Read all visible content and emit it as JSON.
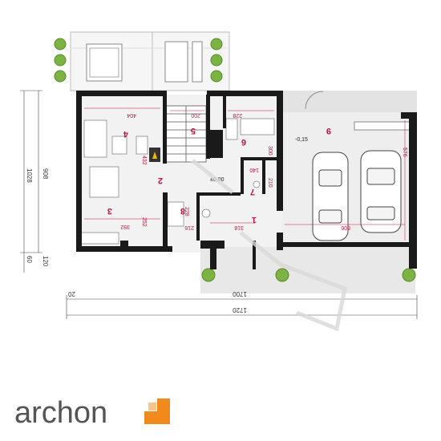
{
  "rooms": [
    {
      "id": "room-1",
      "number": "1"
    },
    {
      "id": "room-2",
      "number": "2"
    },
    {
      "id": "room-3",
      "number": "3"
    },
    {
      "id": "room-4",
      "number": "4"
    },
    {
      "id": "room-5",
      "number": "5"
    },
    {
      "id": "room-6",
      "number": "6"
    },
    {
      "id": "room-7",
      "number": "7"
    },
    {
      "id": "room-8",
      "number": "8"
    },
    {
      "id": "room-9",
      "number": "9"
    }
  ],
  "room_dims": {
    "living_width": "404",
    "kitchen_width": "392",
    "kitchen_depth": "252",
    "living_depth": "432",
    "stairs_width": "200",
    "office_width": "228",
    "office_depth": "300",
    "wc_width": "140",
    "wc_depth": "210",
    "bath_width": "216",
    "bath_depth": "228",
    "hall_width": "318",
    "garage_width": "606",
    "garage_depth": "576"
  },
  "levels": {
    "ground": "±0,00",
    "garage": "-0,15"
  },
  "overall_dims": {
    "width_1": "1700",
    "width_2": "1720",
    "side_offset": "20",
    "depth_1": "908",
    "depth_2": "1028",
    "depth_3": "120",
    "depth_4": "60"
  },
  "brand": {
    "name": "archon",
    "accent": "#f08a1c",
    "wall_color": "#1a1a1a",
    "room_number_color": "#c0143c"
  }
}
